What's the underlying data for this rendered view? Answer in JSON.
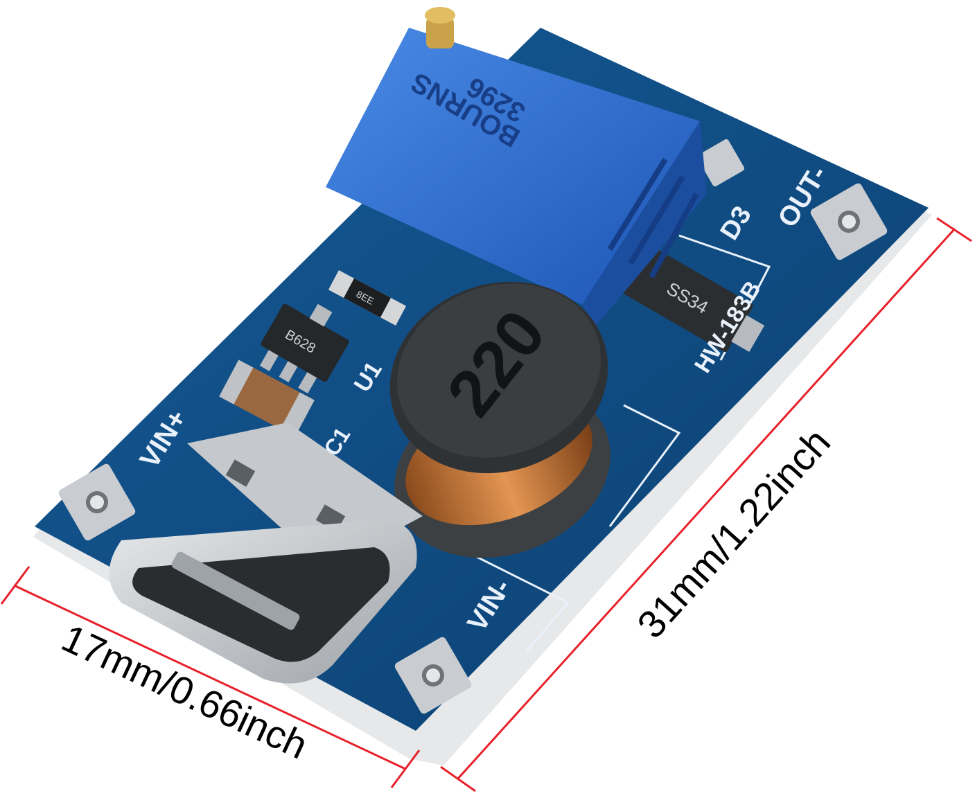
{
  "product": {
    "silkscreen": {
      "out_minus": "OUT-",
      "vin_plus": "VIN+",
      "vin_minus": "VIN-",
      "diode_ref": "D3",
      "chip_ref": "U1",
      "cap_ref": "C1",
      "board_model": "HW-183B"
    },
    "components": {
      "inductor_marking": "220",
      "diode_marking": "SS34",
      "chip_marking": "B628",
      "resistor_marking": "8EE",
      "trimpot_brand": "BOURNS",
      "trimpot_model": "3296"
    }
  },
  "dimensions": {
    "width_label": "17mm/0.66inch",
    "length_label": "31mm/1.22inch",
    "line_color": "#e8202a"
  },
  "colors": {
    "pcb": "#0f4e86",
    "pcb_dark": "#0a3a66",
    "pcb_edge": "#dfe3e6",
    "trimpot": "#2f6fd0",
    "pad": "#c9ccd0",
    "copper": "#c8783a"
  }
}
